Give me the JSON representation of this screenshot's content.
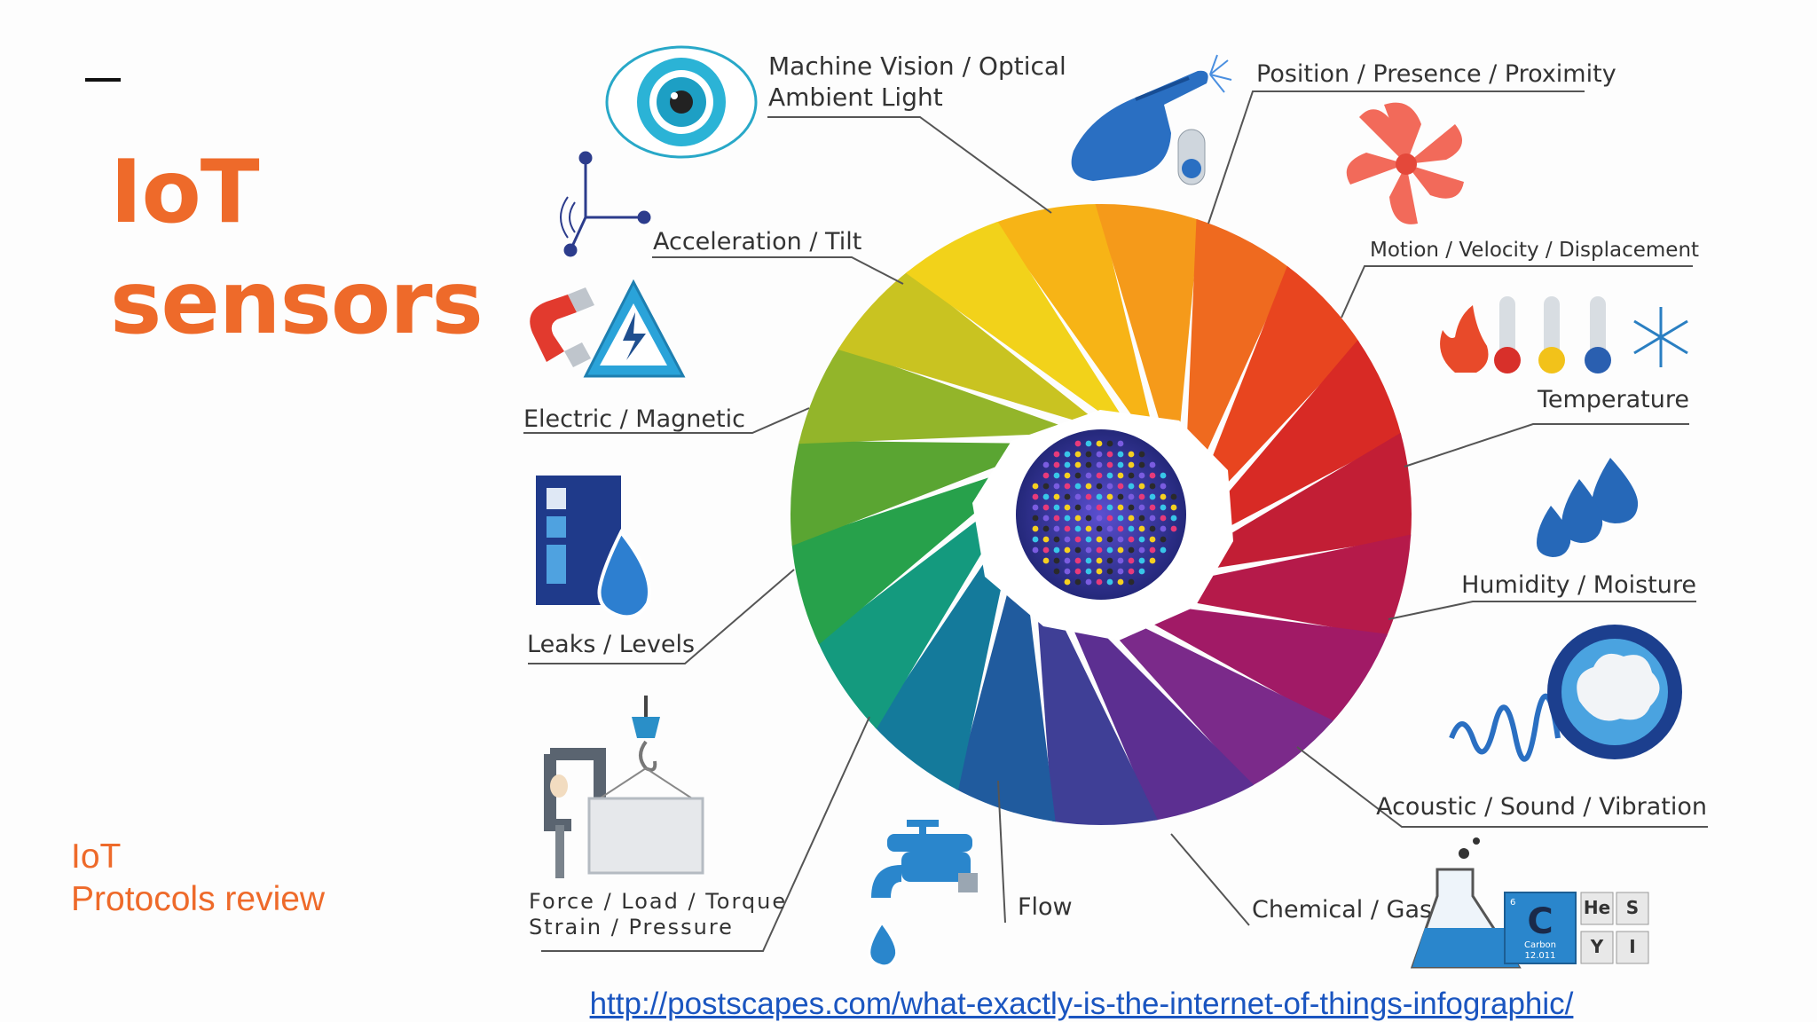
{
  "slide": {
    "title_line1": "IoT",
    "title_line2": "sensors",
    "footer_line1": "IoT",
    "footer_line2": "Protocols review",
    "link": "http://postscapes.com/what-exactly-is-the-internet-of-things-infographic/"
  },
  "infographic": {
    "labels": {
      "vision_1": "Machine Vision / Optical",
      "vision_2": "Ambient Light",
      "position": "Position / Presence / Proximity",
      "acceleration": "Acceleration / Tilt",
      "motion": "Motion / Velocity / Displacement",
      "electric": "Electric / Magnetic",
      "temperature": "Temperature",
      "leaks": "Leaks / Levels",
      "humidity": "Humidity / Moisture",
      "acoustic": "Acoustic / Sound / Vibration",
      "force_1": "Force / Load / Torque",
      "force_2": "Strain / Pressure",
      "flow": "Flow",
      "chemical": "Chemical / Gas"
    },
    "element_tiles": {
      "carbon_symbol": "C",
      "carbon_name": "Carbon",
      "carbon_mass": "12.011",
      "carbon_number": "6",
      "he": "He",
      "s": "S",
      "y": "Y",
      "i": "I"
    },
    "wheel_colors": [
      "#f7b416",
      "#f59a1a",
      "#ef6a1f",
      "#e8451f",
      "#d82a25",
      "#c21e35",
      "#b51a4a",
      "#a11a66",
      "#7b2a8a",
      "#5c2f91",
      "#3f3f96",
      "#205b9e",
      "#147a9b",
      "#149a7e",
      "#27a14b",
      "#5aa532",
      "#93b52a",
      "#c9c321",
      "#f2d21a"
    ]
  }
}
